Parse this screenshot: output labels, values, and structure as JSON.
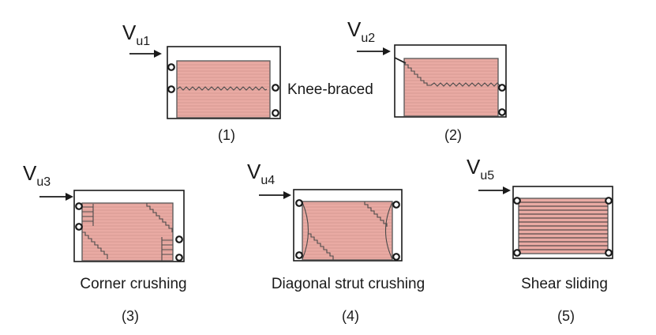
{
  "panels": [
    {
      "force_symbol": "V",
      "force_sub": "u1",
      "number": "(1)",
      "caption": "",
      "mode": "horizontal-sliding-crack"
    },
    {
      "force_symbol": "V",
      "force_sub": "u2",
      "number": "(2)",
      "caption": "Knee-braced",
      "mode": "knee-braced"
    },
    {
      "force_symbol": "V",
      "force_sub": "u3",
      "number": "(3)",
      "caption": "Corner crushing",
      "mode": "corner-crushing"
    },
    {
      "force_symbol": "V",
      "force_sub": "u4",
      "number": "(4)",
      "caption": "Diagonal strut crushing",
      "mode": "diagonal-strut-crushing"
    },
    {
      "force_symbol": "V",
      "force_sub": "u5",
      "number": "(5)",
      "caption": "Shear sliding",
      "mode": "shear-sliding"
    }
  ],
  "colors": {
    "infill": "#e9aaa3",
    "frame": "#1a1a1a",
    "crack": "#4a4a4a"
  }
}
